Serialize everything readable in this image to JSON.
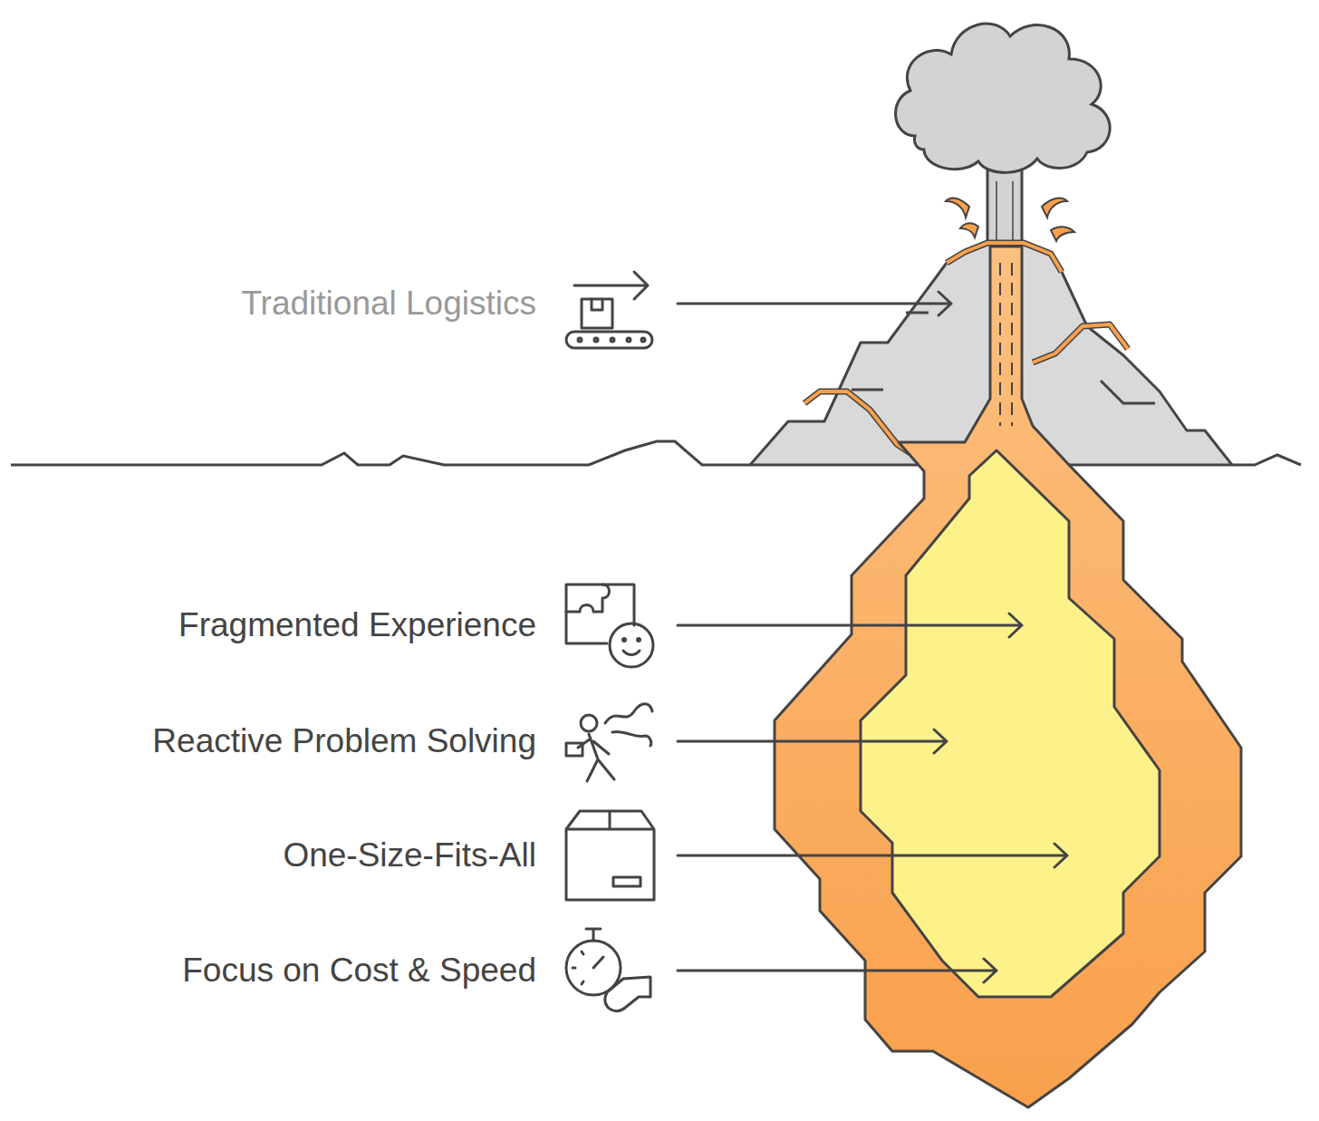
{
  "diagram": {
    "labels": [
      "Traditional Logistics",
      "Fragmented Experience",
      "Reactive Problem Solving",
      "One-Size-Fits-All",
      "Focus on Cost & Speed"
    ]
  }
}
